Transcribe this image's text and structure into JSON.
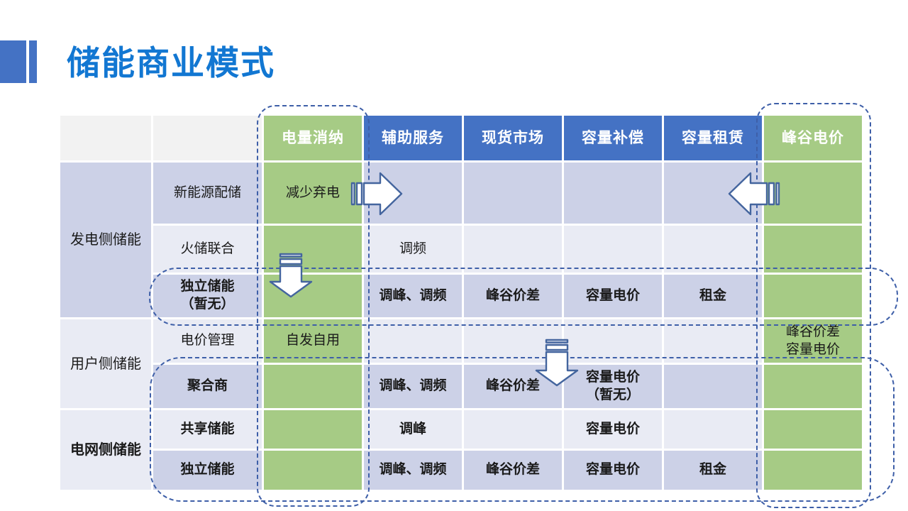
{
  "title": "储能商业模式",
  "table": {
    "column_headers": [
      "电量消纳",
      "辅助服务",
      "现货市场",
      "容量补偿",
      "容量租赁",
      "峰谷电价"
    ],
    "groups": [
      "发电侧储能",
      "用户侧储能",
      "电网侧储能"
    ],
    "rows": [
      {
        "group": "发电侧储能",
        "label": "新能源配储",
        "cells": [
          "减少弃电",
          "",
          "",
          "",
          "",
          ""
        ]
      },
      {
        "group": "发电侧储能",
        "label": "火储联合",
        "cells": [
          "",
          "调频",
          "",
          "",
          "",
          ""
        ]
      },
      {
        "group": "发电侧储能",
        "label": "独立储能\n（暂无）",
        "cells": [
          "",
          "调峰、调频",
          "峰谷价差",
          "容量电价",
          "租金",
          ""
        ]
      },
      {
        "group": "用户侧储能",
        "label": "电价管理",
        "cells": [
          "自发自用",
          "",
          "",
          "",
          "",
          "峰谷价差\n容量电价"
        ]
      },
      {
        "group": "用户侧储能",
        "label": "聚合商",
        "cells": [
          "",
          "调峰、调频",
          "峰谷价差",
          "容量电价\n（暂无）",
          "",
          ""
        ]
      },
      {
        "group": "电网侧储能",
        "label": "共享储能",
        "cells": [
          "",
          "调峰",
          "",
          "容量电价",
          "",
          ""
        ]
      },
      {
        "group": "电网侧储能",
        "label": "独立储能",
        "cells": [
          "",
          "调峰、调频",
          "峰谷价差",
          "容量电价",
          "租金",
          ""
        ]
      }
    ]
  },
  "annotations": {
    "dashed_boxes": [
      {
        "around": "电量消纳列"
      },
      {
        "around": "峰谷电价列"
      },
      {
        "around": "独立储能（暂无）行"
      },
      {
        "around": "聚合商/共享储能/独立储能行"
      }
    ],
    "arrows": [
      {
        "style": "striped",
        "direction": "right"
      },
      {
        "style": "striped",
        "direction": "left"
      },
      {
        "style": "striped",
        "direction": "down"
      },
      {
        "style": "striped",
        "direction": "down"
      }
    ]
  },
  "colors": {
    "title_text": "#1277D2",
    "accent_blue": "#4472C4",
    "header_blue": "#4472C4",
    "green": "#A6CB85",
    "band_dark": "#CCD1E7",
    "band_light": "#E9EBF4",
    "header_gray": "#F2F2F2",
    "dashed_outline": "#3E5FA8",
    "arrow_outline": "#44659E"
  }
}
